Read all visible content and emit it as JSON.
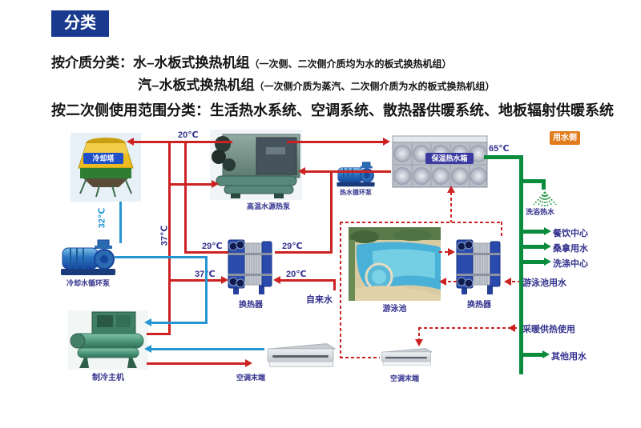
{
  "header": {
    "badge": "分类",
    "line1_label": "按介质分类：",
    "line1_term": "水–水板式换热机组",
    "line1_note": "（一次侧、二次侧介质均为水的板式换热机组）",
    "line2_term": "汽–水板式换热机组",
    "line2_note": "（一次侧介质为蒸汽、二次侧介质为水的板式换热机组）",
    "line3": "按二次侧使用范围分类：生活热水系统、空调系统、散热器供暖系统、地板辐射供暖系统"
  },
  "equipment": {
    "cooling_tower": "冷却塔",
    "cooling_pump": "冷却水循环泵",
    "chiller": "制冷主机",
    "heat_pump": "高温水源热泵",
    "hot_water_pump": "热水循环泵",
    "tank": "保温热水箱",
    "exchanger1": "换热器",
    "exchanger2": "换热器",
    "pool": "游泳池",
    "ac1": "空调末端",
    "ac2": "空调末端"
  },
  "temps": {
    "return_top": "20℃",
    "tower_out": "32℃",
    "riser": "37℃",
    "hx1_in": "29℃",
    "hx1_out": "29℃",
    "hx1_supply": "37℃",
    "tap": "20℃",
    "tank_out": "65℃"
  },
  "labels": {
    "tap_water": "自来水",
    "use_side": "用水侧",
    "shower": "洗浴热水",
    "catering": "餐饮中心",
    "sauna": "桑拿用水",
    "laundry": "洗涤中心",
    "pool_use": "游泳池用水",
    "heating_use": "采暖供热使用",
    "other_use": "其他用水"
  },
  "colors": {
    "hot_pipe": "#cc2222",
    "cold_pipe": "#2596d2",
    "supply_pipe": "#0a8c3c",
    "title_badge_bg": "#1a3a8f",
    "use_side_badge_bg": "#e07c1c",
    "label_text": "#32328e"
  }
}
